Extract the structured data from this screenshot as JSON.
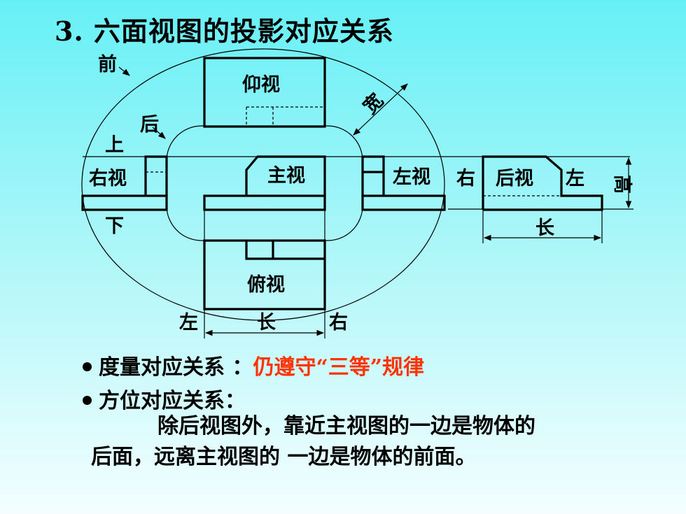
{
  "title": "3. 六面视图的投影对应关系",
  "diagram": {
    "views": {
      "bottom_view": "仰视",
      "front_view": "主视",
      "left_view": "左视",
      "right_view": "右视",
      "rear_view": "后视",
      "top_view": "俯视"
    },
    "orientation": {
      "front": "前",
      "back": "后",
      "up": "上",
      "down": "下",
      "left": "左",
      "right": "右"
    },
    "dimensions": {
      "width": "宽",
      "height": "高",
      "length": "长"
    }
  },
  "bullets": {
    "measure_label": "度量对应关系 ：",
    "measure_rule": "仍遵守“三等”规律",
    "position_label": "方位对应关系：",
    "position_text_1": "除后视图外，靠近主视图的一边是物体的",
    "position_text_2": "后面，远离主视图的 一边是物体的前面。"
  },
  "colors": {
    "accent": "#ff3300",
    "background_top": "#66f0f6",
    "background_bottom": "#f4feff"
  }
}
